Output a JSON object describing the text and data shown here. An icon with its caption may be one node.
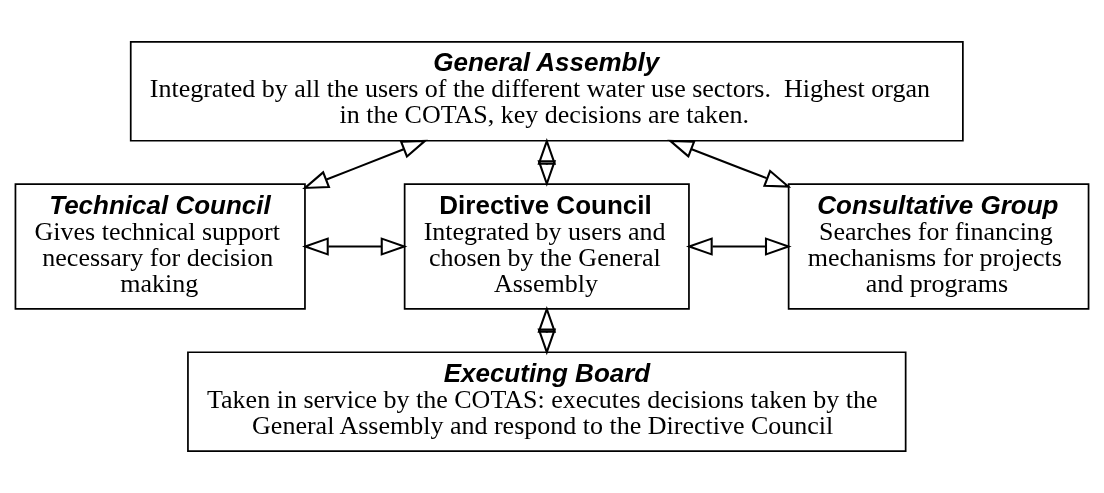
{
  "diagram": {
    "nodes": [
      {
        "text": [
          "General Assembly",
          "Integrated by all the users of the different water use sectors.  Highest organ in the COTAS, key decisions are taken."
        ]
      },
      {
        "text": [
          "Technical Council",
          "Gives technical support necessary for decision making"
        ]
      },
      {
        "text": [
          "Directive Council",
          "Integrated by users and chosen by the General Assembly"
        ]
      },
      {
        "text": [
          "Consultative Group",
          "Searches for financing mechanisms for projects and programs"
        ]
      },
      {
        "text": [
          "Executing Board",
          "Taken in service by the COTAS: executes decisions taken by the General Assembly and respond to the Directive Council"
        ]
      }
    ],
    "edges": [
      {
        "from": 0,
        "to": 1,
        "arrow": "both"
      },
      {
        "from": 0,
        "to": 2,
        "arrow": "both"
      },
      {
        "from": 0,
        "to": 3,
        "arrow": "both"
      },
      {
        "from": 1,
        "to": 2,
        "arrow": "both"
      },
      {
        "from": 2,
        "to": 3,
        "arrow": "both"
      },
      {
        "from": 2,
        "to": 4,
        "arrow": "both"
      }
    ]
  }
}
